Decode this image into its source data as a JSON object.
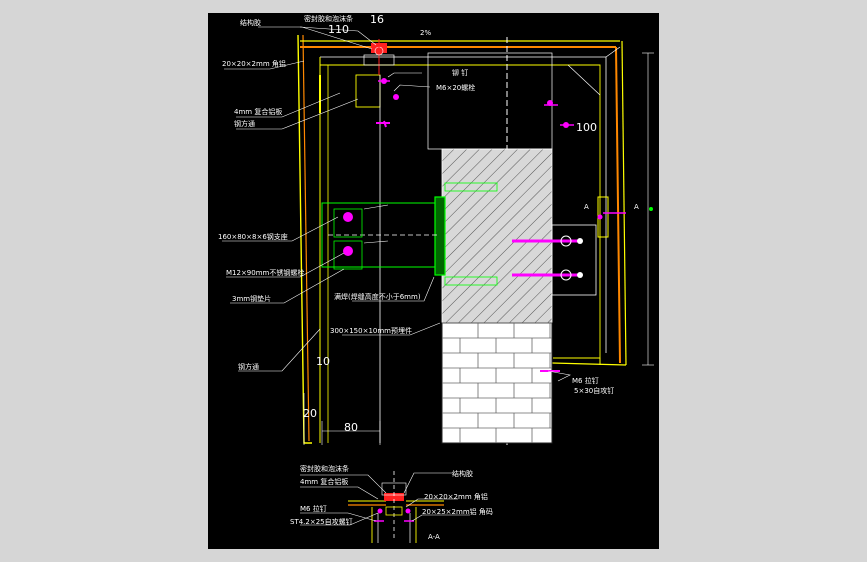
{
  "colors": {
    "background": "#d6d6d6",
    "canvas": "#000000",
    "yellow": "#ffff00",
    "orange": "#ff8800",
    "red": "#ff2020",
    "magenta": "#ff00ff",
    "green": "#00ff00",
    "white": "#ffffff",
    "hatch_fill": "#d8d8d8"
  },
  "labels": {
    "sealant": "密封胶和泡沫条",
    "structural_glue": "结构胶",
    "angle_20": "20×20×2mm 角铝",
    "al_plate": "4mm 复合铝板",
    "steel_tube_1": "钢方通",
    "rivet": "铆 钉",
    "bolt_m6": "M6×20螺栓",
    "steel_support": "160×80×8×6钢支座",
    "ss_bolt": "M12×90mm不锈钢螺栓",
    "gasket": "3mm钢垫片",
    "embed_plate": "300×150×10mm预埋件",
    "weld": "满焊(焊缝高度不小于6mm)",
    "steel_tube_2": "钢方通",
    "pull_rivet": "M6 拉钉",
    "self_tap": "5×30自攻钉",
    "slope": "2%",
    "marker_a": "A",
    "marker_a2": "A"
  },
  "dimensions": {
    "d110": "110",
    "d16": "16",
    "d100": "100",
    "d10": "10",
    "d20": "20",
    "d80": "80"
  },
  "section": {
    "sealant": "密封胶和泡沫条",
    "al_plate": "4mm 复合铝板",
    "structural_glue": "结构胶",
    "angle_20": "20×20×2mm 角铝",
    "pull_rivet": "M6 拉钉",
    "self_tap": "ST4.2×25自攻螺钉",
    "angle_25": "20×25×2mm铝 角码",
    "title": "A-A"
  }
}
